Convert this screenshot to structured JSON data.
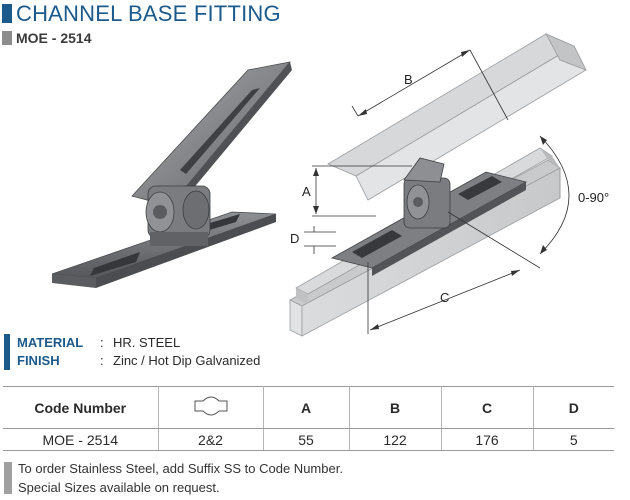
{
  "header": {
    "title": "CHANNEL BASE FITTING",
    "subtitle": "MOE - 2514"
  },
  "diagram": {
    "dim_a": "A",
    "dim_b": "B",
    "dim_c": "C",
    "dim_d": "D",
    "angle": "0-90°"
  },
  "specs": {
    "material_label": "MATERIAL",
    "material_value": "HR. STEEL",
    "finish_label": "FINISH",
    "finish_value": "Zinc / Hot Dip Galvanized",
    "separator": ":"
  },
  "table": {
    "headers": [
      "Code Number",
      "A",
      "B",
      "C",
      "D"
    ],
    "row": [
      "MOE - 2514",
      "2&2",
      "55",
      "122",
      "176",
      "5"
    ]
  },
  "notes": [
    "To order Stainless Steel, add Suffix SS to Code Number.",
    "Special Sizes available on request."
  ],
  "colors": {
    "accent": "#1c5a8c",
    "steel_light": "#d2d4d6",
    "steel_dark": "#707275"
  }
}
